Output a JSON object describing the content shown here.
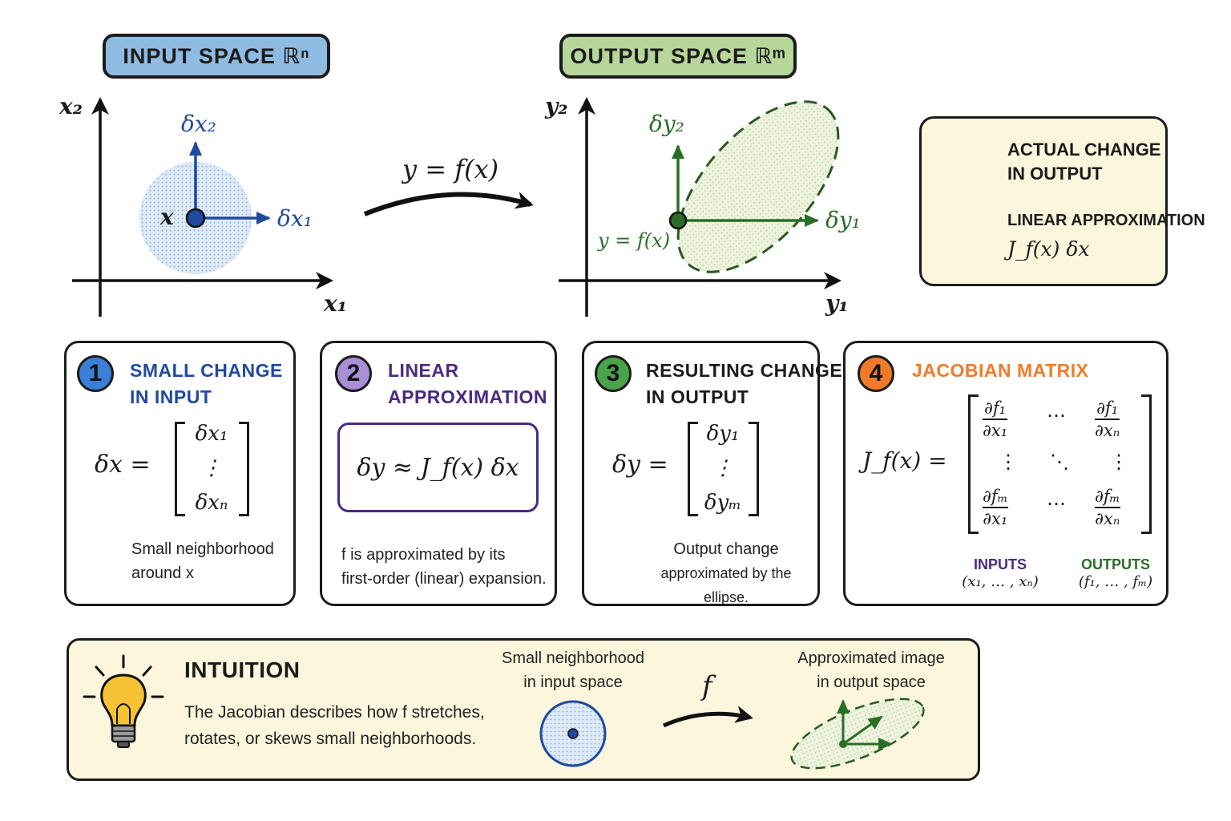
{
  "header": {
    "input_space_label": "INPUT SPACE ℝⁿ",
    "output_space_label": "OUTPUT SPACE ℝᵐ"
  },
  "input_plot": {
    "x_axis": "x₁",
    "y_axis": "x₂",
    "point": "x",
    "arrow_right": "δx₁",
    "arrow_up": "δx₂"
  },
  "mapping_label": "y = f(x)",
  "output_plot": {
    "x_axis": "y₁",
    "y_axis": "y₂",
    "point": "y = f(x)",
    "arrow_right": "δy₁",
    "arrow_up": "δy₂"
  },
  "legend": {
    "arrow_label_1": "ACTUAL CHANGE",
    "arrow_label_2": "IN OUTPUT",
    "ellipse_label": "LINEAR APPROXIMATION",
    "ellipse_formula": "J_f(x) δx"
  },
  "cards": [
    {
      "number": "1",
      "title_1": "SMALL CHANGE",
      "title_2": "IN INPUT",
      "lhs": "δx =",
      "entries": [
        "δx₁",
        "⋮",
        "δxₙ"
      ],
      "note_1": "Small neighborhood",
      "note_2": "around x"
    },
    {
      "number": "2",
      "title_1": "LINEAR",
      "title_2": "APPROXIMATION",
      "formula": "δy ≈ J_f(x) δx",
      "note_1": "f  is approximated by its",
      "note_2": "first-order (linear) expansion."
    },
    {
      "number": "3",
      "title_1": "RESULTING CHANGE",
      "title_2": "IN OUTPUT",
      "lhs": "δy =",
      "entries": [
        "δy₁",
        "⋮",
        "δyₘ"
      ],
      "note_1": "Output change",
      "note_2": "approximated by the ellipse."
    },
    {
      "number": "4",
      "title": "JACOBIAN MATRIX",
      "lhs": "J_f(x) =",
      "top_left_num": "∂f₁",
      "top_left_den": "∂x₁",
      "top_right_num": "∂f₁",
      "top_right_den": "∂xₙ",
      "bot_left_num": "∂fₘ",
      "bot_left_den": "∂x₁",
      "bot_right_num": "∂fₘ",
      "bot_right_den": "∂xₙ",
      "hdots": "⋯",
      "vdots": "⋮",
      "ddots": "⋱",
      "inputs_label": "INPUTS",
      "inputs_vars": "(x₁, … , xₙ)",
      "outputs_label": "OUTPUTS",
      "outputs_vars": "(f₁, … , fₘ)"
    }
  ],
  "intuition": {
    "title": "INTUITION",
    "text_1": "The Jacobian describes how f stretches,",
    "text_2": "rotates, or skews small neighborhoods.",
    "left_caption_1": "Small neighborhood",
    "left_caption_2": "in input space",
    "map_label": "f",
    "right_caption_1": "Approximated image",
    "right_caption_2": "in output space"
  },
  "colors": {
    "blue": "#1f4aa0",
    "green": "#2a6e26",
    "purple": "#4a2a80",
    "orange": "#f07a28",
    "input_pill": "#8fbbe3",
    "output_pill": "#b7d69a",
    "cream": "#fbf6dc"
  }
}
